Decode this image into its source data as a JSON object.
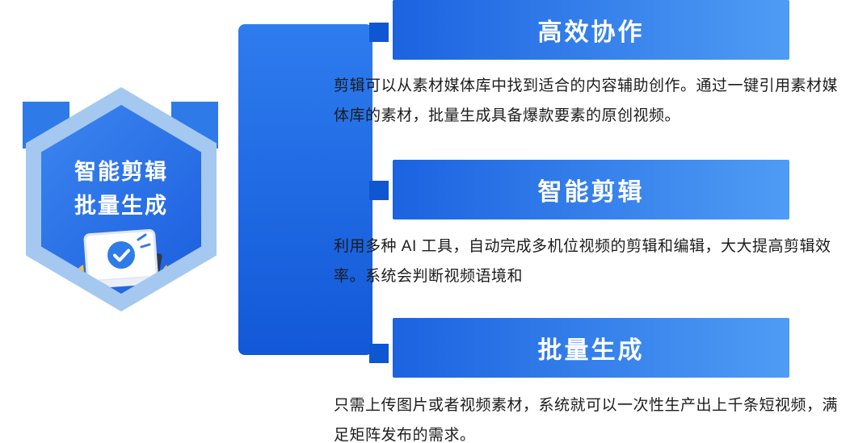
{
  "hexagon": {
    "line1": "智能剪辑",
    "line2": "批量生成",
    "illustration": "laptop-with-check-badge"
  },
  "sections": [
    {
      "title": "高效协作",
      "body": "剪辑可以从素材媒体库中找到适合的内容辅助创作。通过一键引用素材媒体库的素材，批量生成具备爆款要素的原创视频。"
    },
    {
      "title": "智能剪辑",
      "body": "利用多种 AI 工具，自动完成多机位视频的剪辑和编辑，大大提高剪辑效率。系统会判断视频语境和"
    },
    {
      "title": "批量生成",
      "body": "只需上传图片或者视频素材，系统就可以一次性生产出上千条短视频，满足矩阵发布的需求。"
    }
  ],
  "colors": {
    "header_gradient_start": "#1b63e0",
    "header_gradient_end": "#4e9cf5",
    "spine_blue": "#1666e8",
    "connector_blue": "#0f56d2",
    "hexagon_outer_light_blue": "#a4c8f0",
    "hexagon_inner_blue": "#2a72e6",
    "deco_square_blue": "#2e7ae8",
    "badge_blue": "#2f7ce9",
    "leaf_yellow": "#f5c044",
    "leaf_orange": "#f0a33a",
    "body_text": "#1c1c1c"
  }
}
